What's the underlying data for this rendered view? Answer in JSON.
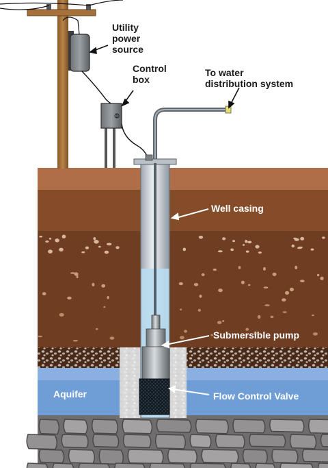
{
  "labels": {
    "power_source": [
      "Utility",
      "power",
      "source"
    ],
    "control_box": [
      "Control",
      "box"
    ],
    "distribution": [
      "To water",
      "distribution system"
    ],
    "well_casing": "Well casing",
    "pump": "Submersible pump",
    "valve": "Flow Control Valve",
    "aquifer": "Aquifer"
  },
  "colors": {
    "topsoil": "#b06e48",
    "dirt": "#7a4626",
    "deep_dirt": "#5b331c",
    "aquifer": "#6f9ed6",
    "water": "#bfe0f3",
    "casing": "#d7dde2",
    "rock": "#8a8888",
    "pole": "#a6713b",
    "label_text": "#1a1a1a",
    "label_light": "#ffffff"
  }
}
